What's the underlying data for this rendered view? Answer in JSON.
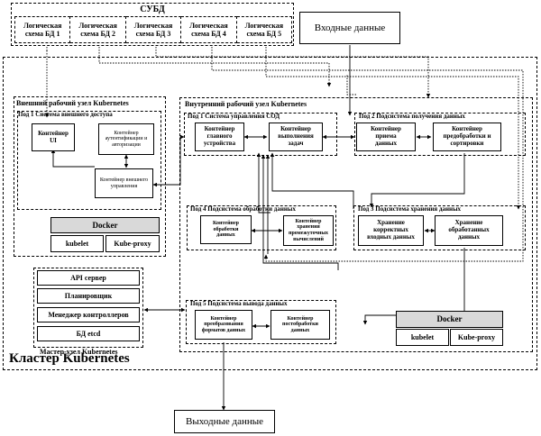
{
  "subd": {
    "title": "СУБД",
    "schemas": [
      "Логическая схема БД 1",
      "Логическая схема БД 2",
      "Логическая схема БД 3",
      "Логическая схема БД 4",
      "Логическая схема БД 5"
    ]
  },
  "input_data": "Входные данные",
  "output_data": "Выходные данные",
  "cluster_title": "Кластер Kubernetes",
  "external_node": {
    "title": "Внешний рабочий узел Kubernetes",
    "pod1_title": "Под 1 Система внешнего доступа",
    "container_ui": "Контейнер UI",
    "container_auth": "Контейнер аутентификации и авторизации",
    "container_ext": "Контейнер внешнего управления",
    "docker": "Docker",
    "kubelet": "kubelet",
    "kubeproxy": "Kube-proxy"
  },
  "internal_node": {
    "title": "Внутренний рабочий узел Kubernetes",
    "pod1": {
      "title": "Под 1 Система управления СОД",
      "c1": "Контейнер главного устройства",
      "c2": "Контейнер выполнения задач"
    },
    "pod2": {
      "title": "Под 2 Подсистема получения данных",
      "c1": "Контейнер приема данных",
      "c2": "Контейнер предобработки и сортировки"
    },
    "pod3": {
      "title": "Под 3 Подсистема хранения данных",
      "c1": "Хранение корректных входных данных",
      "c2": "Хранение обработанных данных"
    },
    "pod4": {
      "title": "Под 4 Подсистема обработки данных",
      "c1": "Контейнер обработки данных",
      "c2": "Контейнер хранения промежуточных вычислений"
    },
    "pod5": {
      "title": "Под 5 Подсистема вывода данных",
      "c1": "Контейнер преобразования форматов данных",
      "c2": "Контейнер постобработки данных"
    },
    "docker": "Docker",
    "kubelet": "kubelet",
    "kubeproxy": "Kube-proxy"
  },
  "master": {
    "title": "Мастер-узел Kubernetes",
    "items": [
      "API сервер",
      "Планировщик",
      "Менеджер контроллеров",
      "БД etcd"
    ]
  }
}
